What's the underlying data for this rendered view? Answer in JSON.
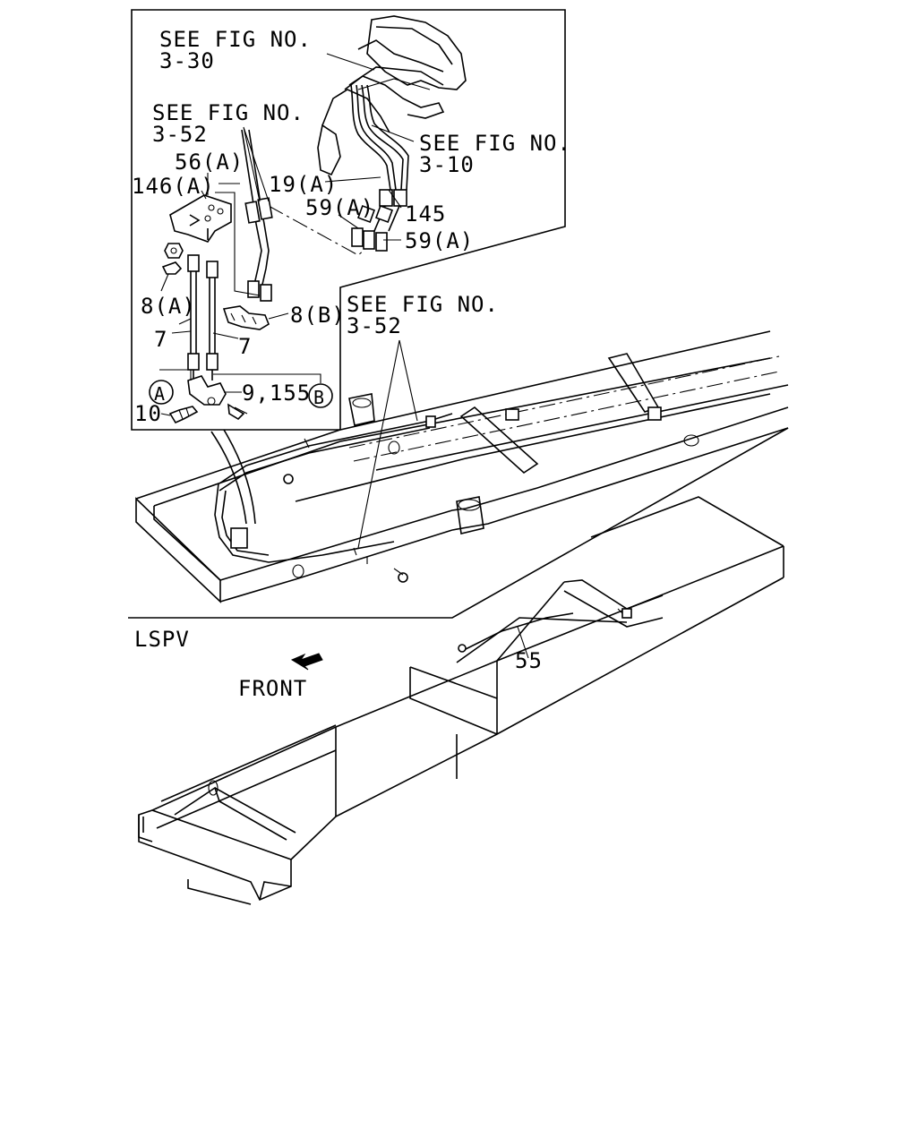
{
  "labels": {
    "see_3_30_a": "SEE FIG NO.",
    "see_3_30_b": "3-30",
    "see_3_52_a": "SEE FIG NO.",
    "see_3_52_b": "3-52",
    "see_3_10_a": "SEE FIG NO.",
    "see_3_10_b": "3-10",
    "see_3_52_main_a": "SEE FIG NO.",
    "see_3_52_main_b": "3-52",
    "p56a": "56(A)",
    "p146a": "146(A)",
    "p19a": "19(A)",
    "p59a_1": "59(A)",
    "p145": "145",
    "p59a_2": "59(A)",
    "p8a": "8(A)",
    "p8b": "8(B)",
    "p7_left": "7",
    "p7_right": "7",
    "p9_155": "9,155",
    "circle_a": "A",
    "circle_b": "B",
    "p10": "10",
    "p55": "55",
    "lspv": "LSPV",
    "front": "FRONT"
  },
  "icons": {
    "front_arrow": "front-arrow-icon"
  }
}
